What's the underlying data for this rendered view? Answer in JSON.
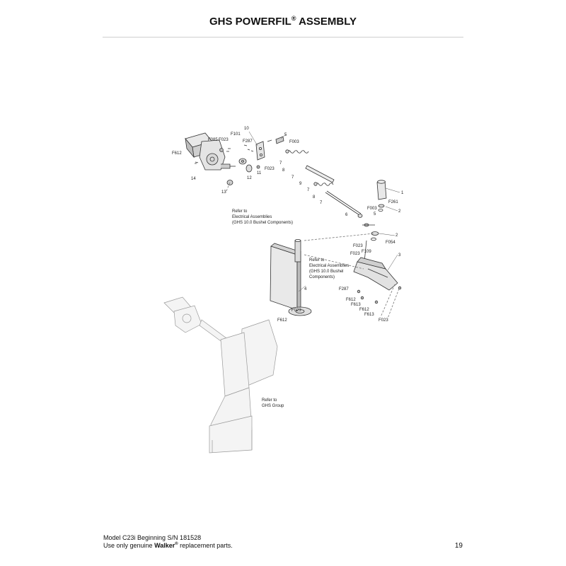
{
  "header": {
    "title_text": "GHS POWERFIL",
    "title_reg": "®",
    "title_tail": " ASSEMBLY"
  },
  "callouts": {
    "c1": "1",
    "c2a": "2",
    "c2b": "2",
    "c3": "3",
    "c4": "4",
    "c5a": "5",
    "c5b": "5",
    "c6": "6",
    "c7a": "7",
    "c7b": "7",
    "c7c": "7",
    "c7d": "7",
    "c8a": "8",
    "c8b": "8",
    "c9": "9",
    "c10": "10",
    "c11": "11",
    "c12": "12",
    "c13": "13",
    "c14": "14",
    "f003a": "F003",
    "f003b": "F003",
    "f023a": "F023",
    "f023b": "F023",
    "f023c": "F023",
    "f023d": "F023",
    "f023e": "F023",
    "f023f": "F023",
    "f054": "F054",
    "f085": "F085",
    "f101": "F101",
    "f109": "F109",
    "f261": "F261",
    "f287a": "F287",
    "f287b": "F287",
    "f612a": "F612",
    "f612b": "F612",
    "f612c": "F612",
    "f612d": "F612",
    "f613a": "F613",
    "f613b": "F613"
  },
  "notes": {
    "electrical_1_l1": "Refer to",
    "electrical_1_l2": "Electrical Assemblies",
    "electrical_1_l3": "(GHS 10.0 Bushel Components)",
    "electrical_2_l1": "Refer to",
    "electrical_2_l2": "Electrical Assemblies",
    "electrical_2_l3": "(GHS 10.0 Bushel",
    "electrical_2_l4": "Components)",
    "ghs_l1": "Refer to",
    "ghs_l2": "GHS Group"
  },
  "footer": {
    "model_line": "Model C23i Beginning S/N 181528",
    "use_prefix": "Use only genuine ",
    "brand": "Walker",
    "brand_reg": "®",
    "use_suffix": " replacement parts.",
    "page_number": "19"
  }
}
